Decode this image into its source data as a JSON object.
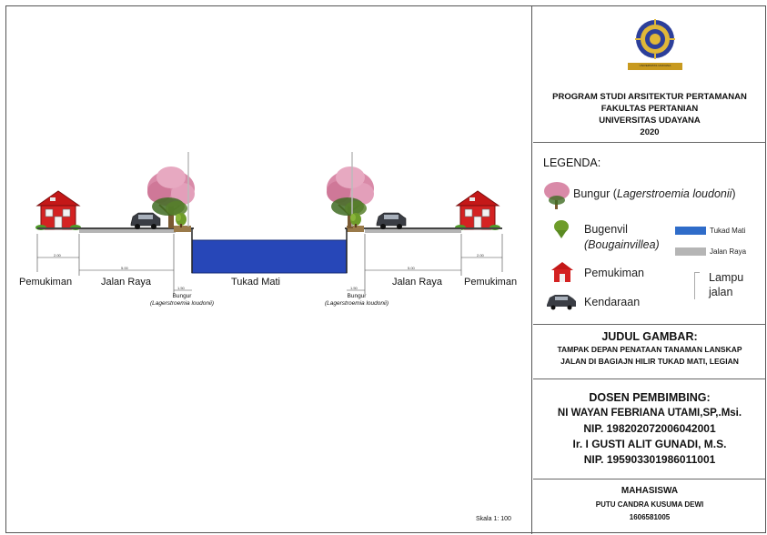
{
  "drawing": {
    "labels": {
      "pemukiman_left": "Pemukiman",
      "jalan_raya_left": "Jalan Raya",
      "bungur_left": "Bungur",
      "bungur_left_latin": "(Lagerstroemia loudonii)",
      "tukad_mati": "Tukad Mati",
      "bungur_right": "Bungur",
      "bungur_right_latin": "(Lagerstroemia loudonii)",
      "jalan_raya_right": "Jalan Raya",
      "pemukiman_right": "Pemukiman"
    },
    "dims": {
      "settlement": "2.00",
      "road": "5.00",
      "planter": "1.50"
    },
    "scale": "Skala 1: 100"
  },
  "title_block": {
    "institution": {
      "line1": "PROGRAM STUDI ARSITEKTUR PERTAMANAN",
      "line2": "FAKULTAS PERTANIAN",
      "line3": "UNIVERSITAS UDAYANA",
      "line4": "2020",
      "logo_caption": "UNIVERSITAS UDAYANA"
    },
    "legend": {
      "heading": "LEGENDA:",
      "bungur_name": "Bungur (",
      "bungur_latin": "Lagerstroemia loudonii",
      "bungur_close": ")",
      "bugenvil_name": "Bugenvil",
      "bugenvil_latin": "(Bougainvillea)",
      "tukad_mati": "Tukad Mati",
      "jalan_raya": "Jalan Raya",
      "pemukiman": "Pemukiman",
      "lampu_line1": "Lampu",
      "lampu_line2": "jalan",
      "kendaraan": "Kendaraan"
    },
    "judul": {
      "heading": "JUDUL GAMBAR:",
      "line1": "TAMPAK DEPAN PENATAAN TANAMAN LANSKAP",
      "line2": "JALAN DI BAGIAJN HILIR TUKAD MATI, LEGIAN"
    },
    "dosen": {
      "heading": "DOSEN PEMBIMBING:",
      "name1": "NI WAYAN FEBRIANA UTAMI,SP,.Msi.",
      "nip1": "NIP. 198202072006042001",
      "name2": "Ir. I GUSTI ALIT GUNADI, M.S.",
      "nip2": "NIP. 195903301986011001"
    },
    "mahasiswa": {
      "heading": "MAHASISWA",
      "name": "PUTU CANDRA KUSUMA DEWI",
      "nim": "1606581005"
    }
  },
  "colors": {
    "river": "#2747b8",
    "road": "#b5b5b5",
    "house_wall": "#d42222",
    "house_roof": "#c41818",
    "blossom": "#d98aa8",
    "trunk": "#7a5a32",
    "shrub": "#6e9c2a"
  }
}
